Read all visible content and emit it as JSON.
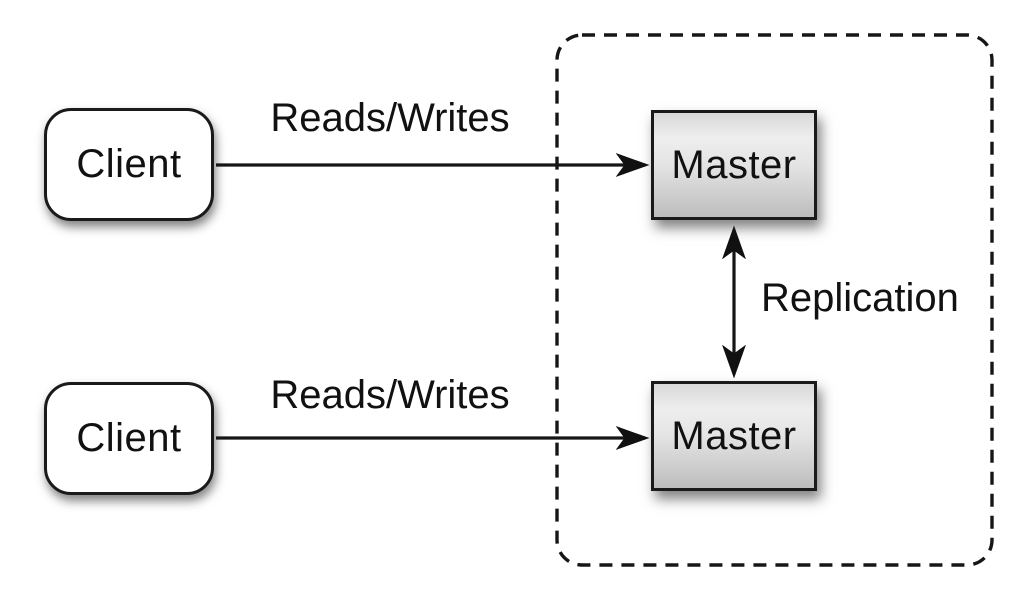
{
  "nodes": {
    "clientTop": {
      "label": "Client"
    },
    "clientBottom": {
      "label": "Client"
    },
    "masterTop": {
      "label": "Master"
    },
    "masterBottom": {
      "label": "Master"
    }
  },
  "edges": {
    "readsWritesTop": {
      "label": "Reads/Writes",
      "from": "clientTop",
      "to": "masterTop",
      "direction": "one-way"
    },
    "readsWritesBottom": {
      "label": "Reads/Writes",
      "from": "clientBottom",
      "to": "masterBottom",
      "direction": "one-way"
    },
    "replication": {
      "label": "Replication",
      "from": "masterTop",
      "to": "masterBottom",
      "direction": "two-way"
    }
  },
  "boundary": {
    "style": "dashed-rounded-rectangle",
    "contains": [
      "masterTop",
      "masterBottom"
    ]
  },
  "colors": {
    "background": "#ffffff",
    "stroke": "#161616",
    "text": "#111111",
    "client_fill": "#ffffff",
    "master_gradient_top": "#d8d8d8",
    "master_gradient_light": "#eeeeee",
    "master_gradient_bottom": "#bdbdbd"
  }
}
